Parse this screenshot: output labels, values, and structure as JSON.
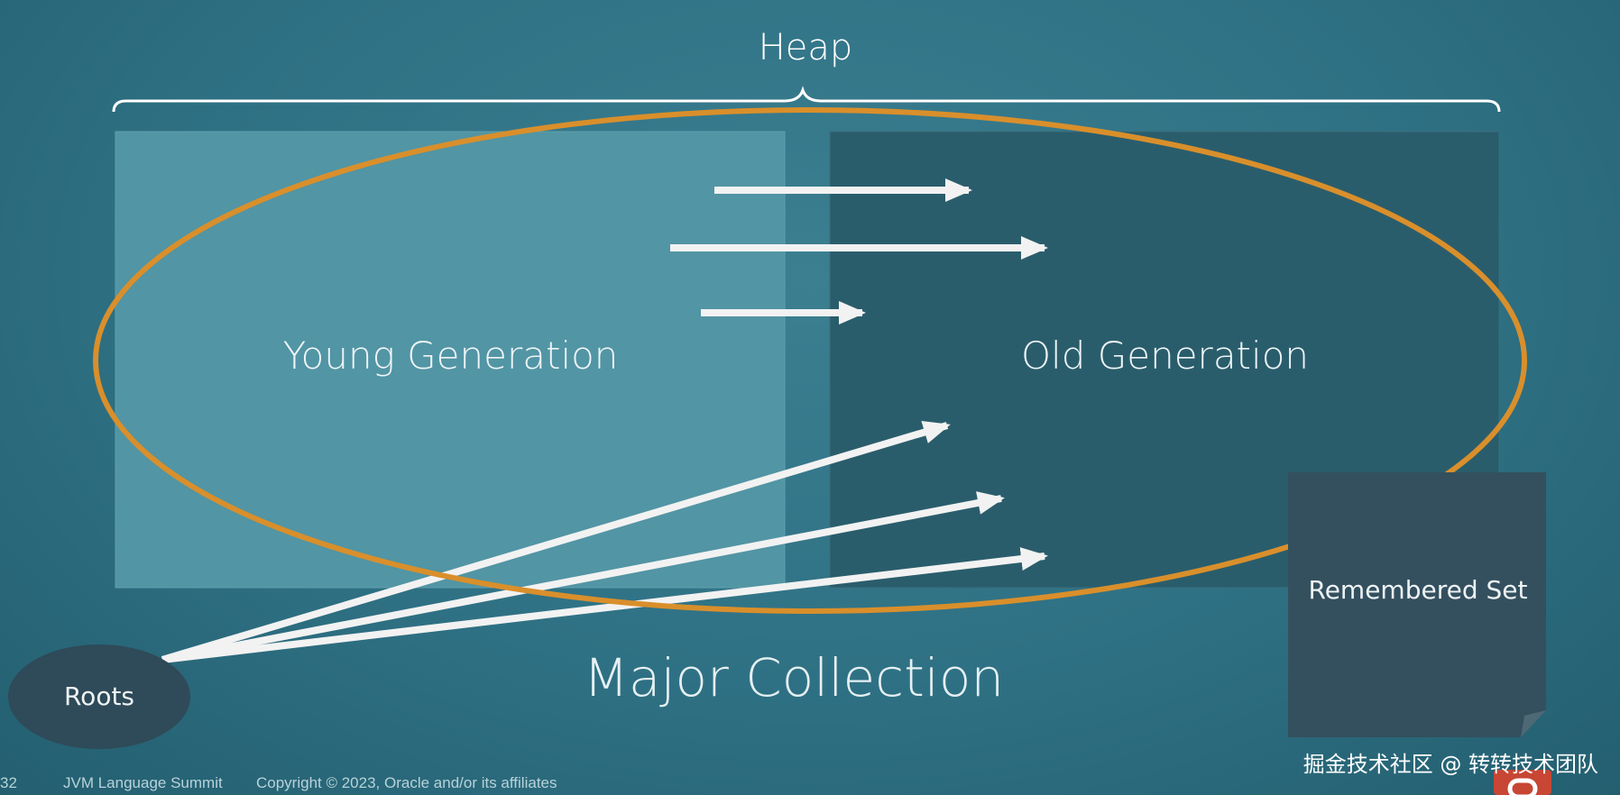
{
  "diagram": {
    "heap_label": "Heap",
    "young_generation_label": "Young Generation",
    "old_generation_label": "Old Generation",
    "roots_label": "Roots",
    "remembered_set_label": "Remembered Set",
    "title": "Major Collection"
  },
  "footer": {
    "page_number": "32",
    "event": "JVM Language Summit",
    "copyright": "Copyright © 2023, Oracle and/or its affiliates"
  },
  "watermark": "掘金技术社区 @ 转转技术团队",
  "colors": {
    "background": "#2f7184",
    "young_box": "#5295a4",
    "old_box": "#2a5d6c",
    "ellipse_outline": "#d98f2b",
    "arrows": "#f2f2f2",
    "roots_fill": "#2f4a58",
    "remembered_set_fill": "#34505f",
    "logo": "#c74634"
  }
}
